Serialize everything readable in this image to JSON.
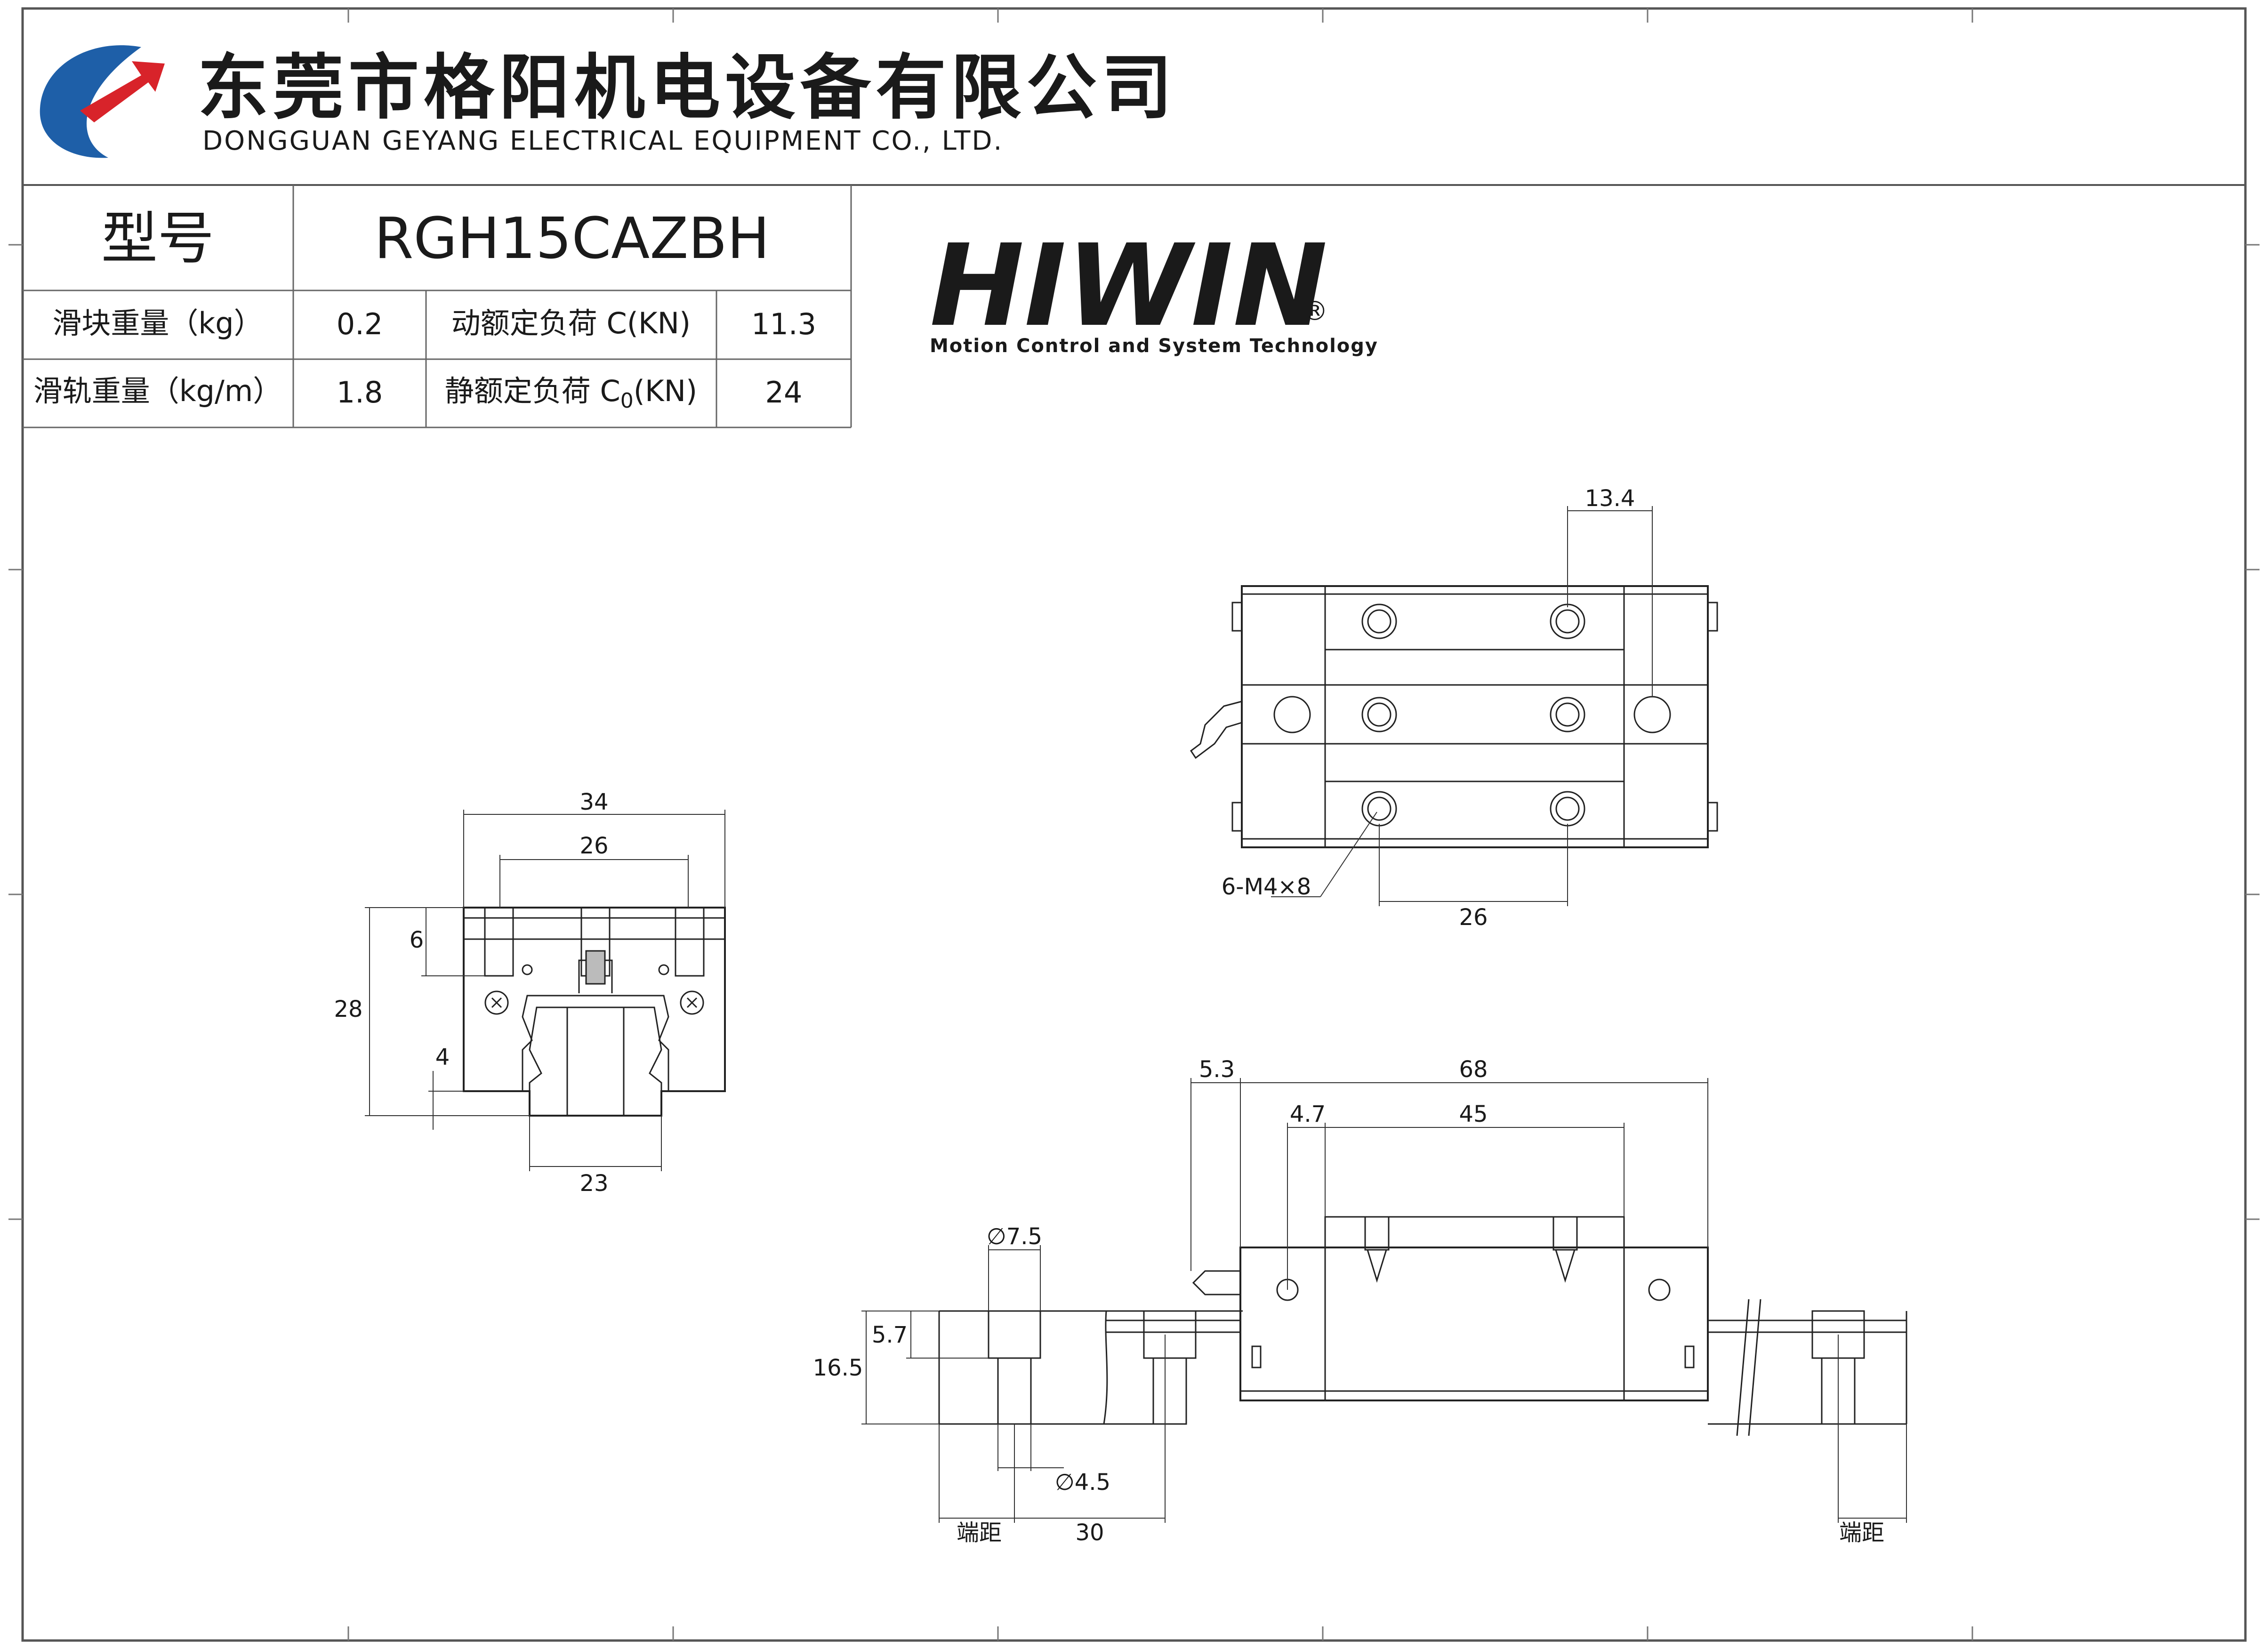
{
  "company": {
    "name_cn": "东莞市格阳机电设备有限公司",
    "name_en": "DONGGUAN GEYANG ELECTRICAL EQUIPMENT CO., LTD.",
    "logo_colors": {
      "blue": "#1e5fa8",
      "red": "#d8232a"
    }
  },
  "spec_table": {
    "model_label": "型号",
    "model_value": "RGH15CAZBH",
    "rows": [
      {
        "label": "滑块重量（kg）",
        "value": "0.2",
        "load_label": "动额定负荷 C(KN)",
        "load_value": "11.3"
      },
      {
        "label": "滑轨重量（kg/m）",
        "value": "1.8",
        "load_label_main": "静额定负荷 C",
        "load_label_sub": "0",
        "load_label_tail": "(KN)",
        "load_value": "24"
      }
    ]
  },
  "brand": {
    "name": "HIWIN",
    "registered": "®",
    "tagline": "Motion Control and System Technology",
    "color_green": "#1a9b48",
    "color_red": "#d8232a"
  },
  "dimensions": {
    "front": {
      "width_total": "34",
      "hole_pitch": "26",
      "height_total": "28",
      "hole_depth": "6",
      "rail_gap": "4",
      "rail_width": "23"
    },
    "top": {
      "end_offset": "13.4",
      "hole_pitch": "26",
      "thread_callout": "6-M4×8"
    },
    "side": {
      "seal_offset": "5.3",
      "block_length": "68",
      "hole_offset": "4.7",
      "body_length": "45",
      "cbore_dia": "∅7.5",
      "cbore_depth": "5.7",
      "rail_height": "16.5",
      "hole_dia": "∅4.5",
      "rail_pitch": "30",
      "end_distance_left": "端距",
      "end_distance_right": "端距"
    }
  }
}
